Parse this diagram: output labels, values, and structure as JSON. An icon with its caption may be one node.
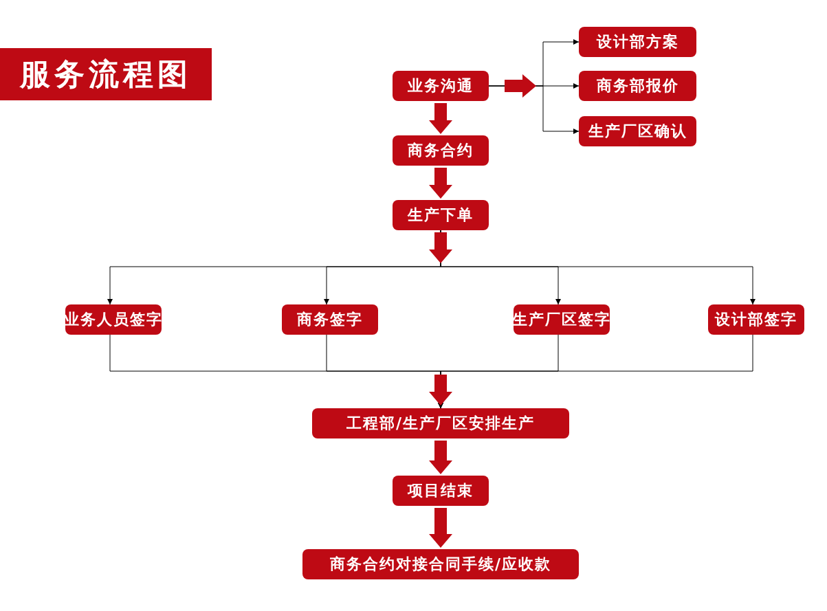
{
  "diagram": {
    "title": "服务流程图",
    "nodes": [
      {
        "text": [
          "业务沟通"
        ]
      },
      {
        "text": [
          "设计部方案"
        ]
      },
      {
        "text": [
          "商务部报价"
        ]
      },
      {
        "text": [
          "生产厂区确认"
        ]
      },
      {
        "text": [
          "商务合约"
        ]
      },
      {
        "text": [
          "生产下单"
        ]
      },
      {
        "text": [
          "业务人员签字"
        ]
      },
      {
        "text": [
          "商务签字"
        ]
      },
      {
        "text": [
          "生产厂区签字"
        ]
      },
      {
        "text": [
          "设计部签字"
        ]
      },
      {
        "text": [
          "工程部/生产厂区安排生产"
        ]
      },
      {
        "text": [
          "项目结束"
        ]
      },
      {
        "text": [
          "商务合约对接合同手续/应收款"
        ]
      }
    ],
    "edges": [
      {
        "from": 0,
        "to": 1,
        "arrow": "to"
      },
      {
        "from": 0,
        "to": 2,
        "arrow": "to"
      },
      {
        "from": 0,
        "to": 3,
        "arrow": "to"
      },
      {
        "from": 0,
        "to": 4,
        "arrow": "to",
        "style": "thick",
        "color": "#be0a14"
      },
      {
        "from": 4,
        "to": 5,
        "arrow": "to",
        "style": "thick",
        "color": "#be0a14"
      },
      {
        "from": 5,
        "to": 6,
        "arrow": "to"
      },
      {
        "from": 5,
        "to": 7,
        "arrow": "to"
      },
      {
        "from": 5,
        "to": 8,
        "arrow": "to"
      },
      {
        "from": 5,
        "to": 9,
        "arrow": "to"
      },
      {
        "from": 6,
        "to": 10,
        "arrow": "to"
      },
      {
        "from": 7,
        "to": 10,
        "arrow": "to"
      },
      {
        "from": 8,
        "to": 10,
        "arrow": "to"
      },
      {
        "from": 9,
        "to": 10,
        "arrow": "to"
      },
      {
        "from": 10,
        "to": 11,
        "arrow": "to",
        "style": "thick",
        "color": "#be0a14"
      },
      {
        "from": 11,
        "to": 12,
        "arrow": "to",
        "style": "thick",
        "color": "#be0a14"
      }
    ]
  }
}
